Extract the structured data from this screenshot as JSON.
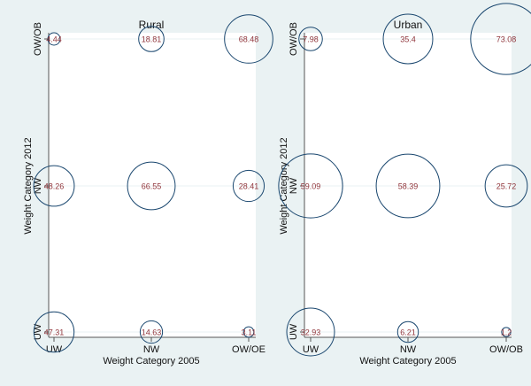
{
  "chart_data": [
    {
      "type": "scatter",
      "title": "Rural",
      "xlabel": "Weight Category 2005",
      "ylabel": "Weight Category 2012",
      "x_tick_labels": [
        "UW",
        "NW",
        "OW/OE"
      ],
      "y_tick_labels": [
        "UW",
        "NW",
        "OW/OB"
      ],
      "points": [
        {
          "x": 0,
          "y": 2,
          "value": 4.44,
          "label": "4.44"
        },
        {
          "x": 1,
          "y": 2,
          "value": 18.81,
          "label": "18.81"
        },
        {
          "x": 2,
          "y": 2,
          "value": 68.48,
          "label": "68.48"
        },
        {
          "x": 0,
          "y": 1,
          "value": 48.26,
          "label": "48.26"
        },
        {
          "x": 1,
          "y": 1,
          "value": 66.55,
          "label": "66.55"
        },
        {
          "x": 2,
          "y": 1,
          "value": 28.41,
          "label": "28.41"
        },
        {
          "x": 0,
          "y": 0,
          "value": 47.31,
          "label": "47.31"
        },
        {
          "x": 1,
          "y": 0,
          "value": 14.63,
          "label": "14.63"
        },
        {
          "x": 2,
          "y": 0,
          "value": 3.11,
          "label": "3.11"
        }
      ]
    },
    {
      "type": "scatter",
      "title": "Urban",
      "xlabel": "Weight Category 2005",
      "ylabel": "Weight Category 2012",
      "x_tick_labels": [
        "UW",
        "NW",
        "OW/OB"
      ],
      "y_tick_labels": [
        "UW",
        "NW",
        "OW/OB"
      ],
      "points": [
        {
          "x": 0,
          "y": 2,
          "value": 7.98,
          "label": "7.98"
        },
        {
          "x": 1,
          "y": 2,
          "value": 35.4,
          "label": "35.4"
        },
        {
          "x": 2,
          "y": 2,
          "value": 73.08,
          "label": "73.08"
        },
        {
          "x": 0,
          "y": 1,
          "value": 59.09,
          "label": "59.09"
        },
        {
          "x": 1,
          "y": 1,
          "value": 58.39,
          "label": "58.39"
        },
        {
          "x": 2,
          "y": 1,
          "value": 25.72,
          "label": "25.72"
        },
        {
          "x": 0,
          "y": 0,
          "value": 32.93,
          "label": "32.93"
        },
        {
          "x": 1,
          "y": 0,
          "value": 6.21,
          "label": "6.21"
        },
        {
          "x": 2,
          "y": 0,
          "value": 1.2,
          "label": "1.2"
        }
      ]
    }
  ],
  "colors": {
    "background": "#eaf2f3",
    "plot": "#ffffff",
    "bubble": "#1a476f",
    "label": "#90353b",
    "grid": "#eaf2f3"
  }
}
